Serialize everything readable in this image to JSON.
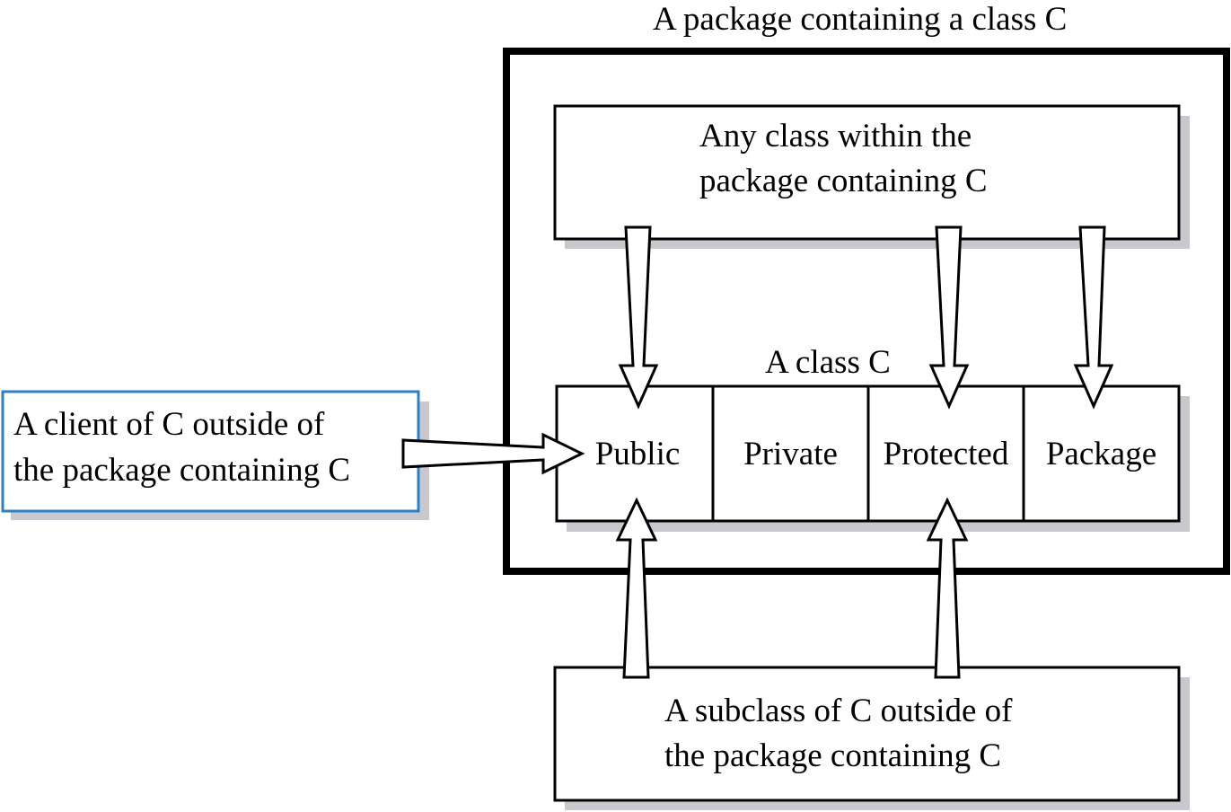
{
  "package_title": "A package containing a class C",
  "class_title": "A class C",
  "top_box": {
    "line1": "Any class within the",
    "line2": "package containing C"
  },
  "client_box": {
    "line1": "A client of C outside of",
    "line2": "the package containing C"
  },
  "subclass_box": {
    "line1": "A subclass of C outside of",
    "line2": "the package containing C"
  },
  "class_cells": [
    "Public",
    "Private",
    "Protected",
    "Package"
  ],
  "colors": {
    "line": "#000000",
    "shadow": "#c8c8ce",
    "client_border": "#2f7fc1",
    "background": "#ffffff"
  }
}
